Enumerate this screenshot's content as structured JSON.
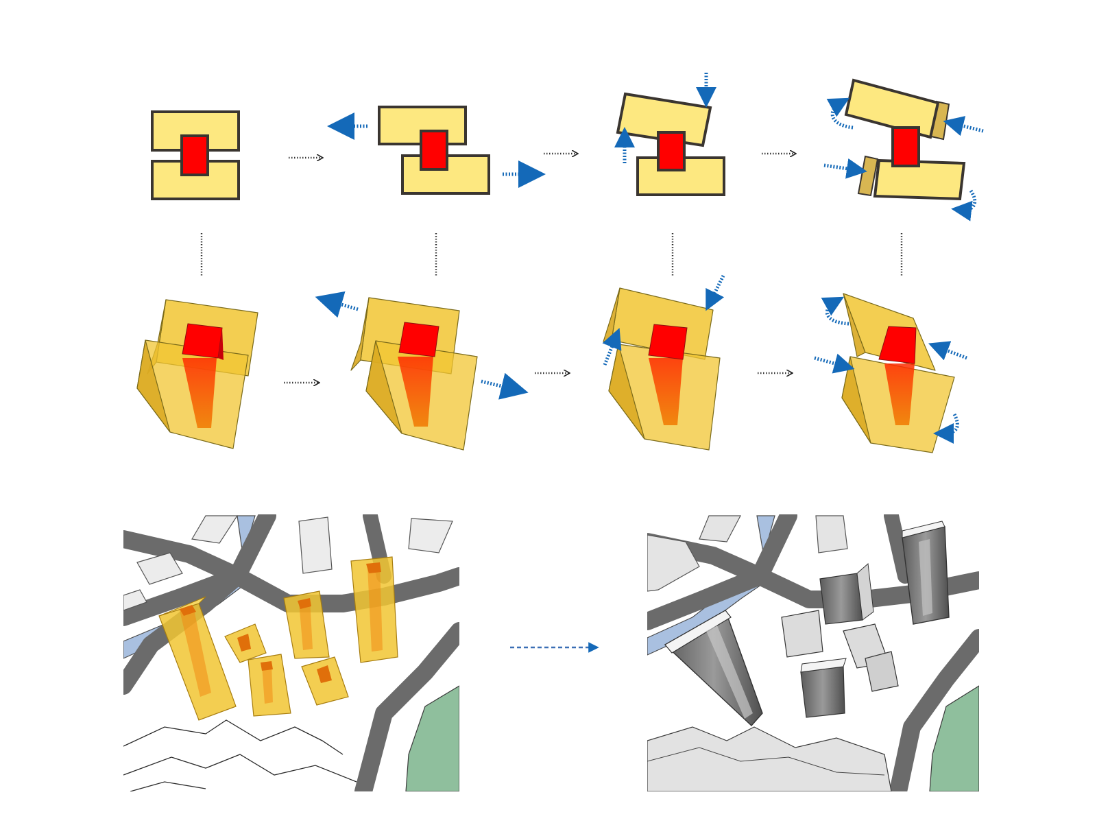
{
  "colors": {
    "block_fill": "#fde880",
    "block_stroke": "#3a3530",
    "core": "#ff0000",
    "core_dark": "#c8000a",
    "volume_front": "#f1c533",
    "volume_side": "#d9a821",
    "volume_top": "#f7d865",
    "move_arrow": "#1469b8",
    "flow_arrow": "#222222",
    "road": "#6b6b6b",
    "river": "#a9c0e0",
    "park": "#8fbf9d",
    "context_building": "#ececec",
    "final_glass": "#7a7a7a",
    "final_frame": "#f4f4f4"
  },
  "steps": [
    {
      "name": "step-1-split",
      "moves": []
    },
    {
      "name": "step-2-offset",
      "moves": [
        "shift-left",
        "shift-right"
      ]
    },
    {
      "name": "step-3-tilt",
      "moves": [
        "push-down",
        "push-up"
      ]
    },
    {
      "name": "step-4-rotate",
      "moves": [
        "rotate",
        "push-in"
      ]
    }
  ],
  "site_views": [
    {
      "name": "massing-on-site",
      "tower_count": 6
    },
    {
      "name": "final-design-on-site",
      "tower_count": 6
    }
  ]
}
